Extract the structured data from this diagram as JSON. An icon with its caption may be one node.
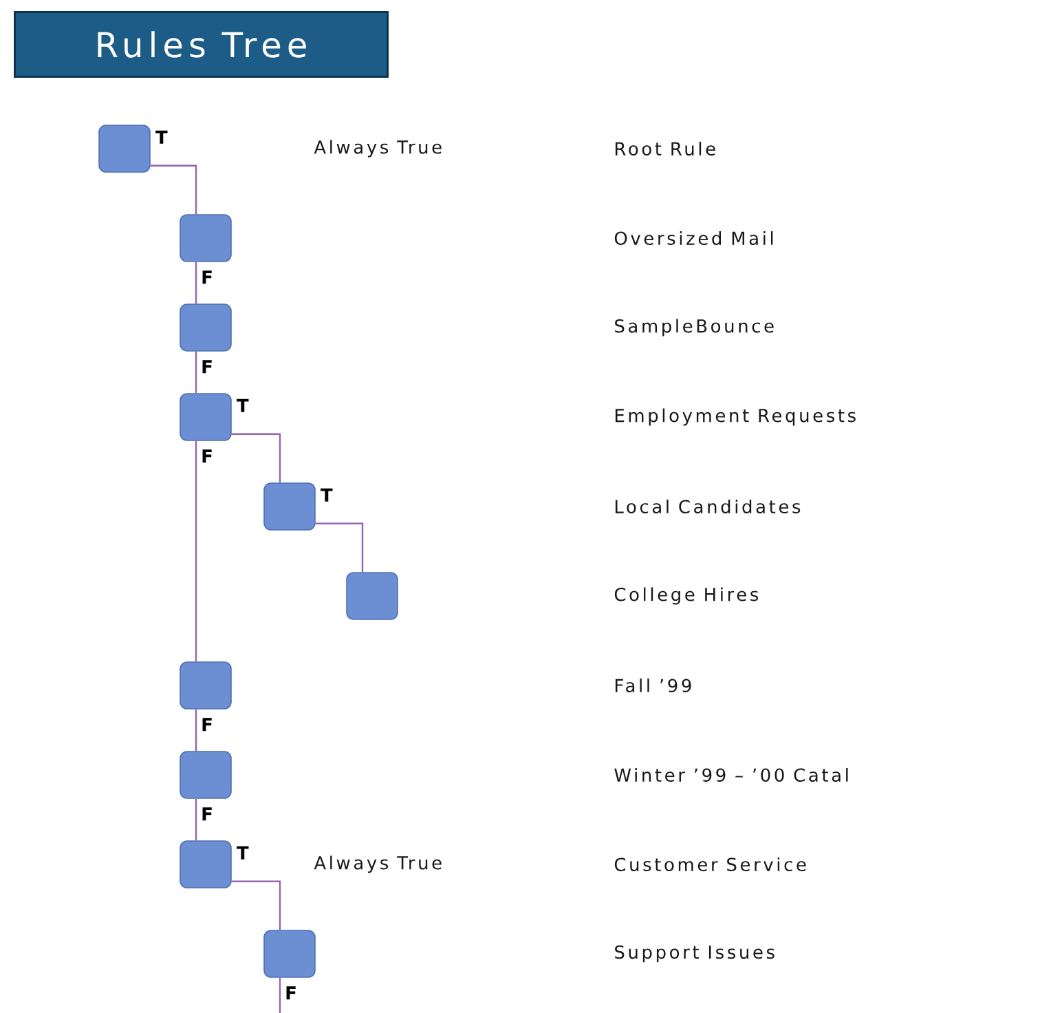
{
  "diagram": {
    "title": "Rules Tree",
    "nodes": [
      {
        "text": [],
        "shape": "box"
      },
      {
        "text": [],
        "shape": "box"
      },
      {
        "text": [],
        "shape": "box"
      },
      {
        "text": [],
        "shape": "box"
      },
      {
        "text": [],
        "shape": "box"
      },
      {
        "text": [],
        "shape": "box"
      },
      {
        "text": [],
        "shape": "box"
      },
      {
        "text": [],
        "shape": "box"
      },
      {
        "text": [],
        "shape": "box"
      },
      {
        "text": [],
        "shape": "box"
      }
    ],
    "edges": [
      {
        "from": 0,
        "to": 1,
        "arrow": "none",
        "label": "T"
      },
      {
        "from": 1,
        "to": 2,
        "arrow": "none",
        "label": "F"
      },
      {
        "from": 2,
        "to": 3,
        "arrow": "none",
        "label": "F"
      },
      {
        "from": 3,
        "to": 4,
        "arrow": "none",
        "label": "T"
      },
      {
        "from": 3,
        "to": 6,
        "arrow": "none",
        "label": "F"
      },
      {
        "from": 4,
        "to": 5,
        "arrow": "none",
        "label": "T"
      },
      {
        "from": 6,
        "to": 7,
        "arrow": "none",
        "label": "F"
      },
      {
        "from": 7,
        "to": 8,
        "arrow": "none",
        "label": "F"
      },
      {
        "from": 8,
        "to": 9,
        "arrow": "none",
        "label": "T"
      },
      {
        "from": 9,
        "to": null,
        "arrow": "none",
        "label": "F"
      }
    ],
    "labels": [
      "Always True",
      "Root Rule",
      "Oversized Mail",
      "SampleBounce",
      "Employment Requests",
      "Local Candidates",
      "College Hires",
      "Fall ’99",
      "Winter ’99 – ’00 Catal",
      "Always True",
      "Customer Service",
      "Support Issues"
    ]
  }
}
